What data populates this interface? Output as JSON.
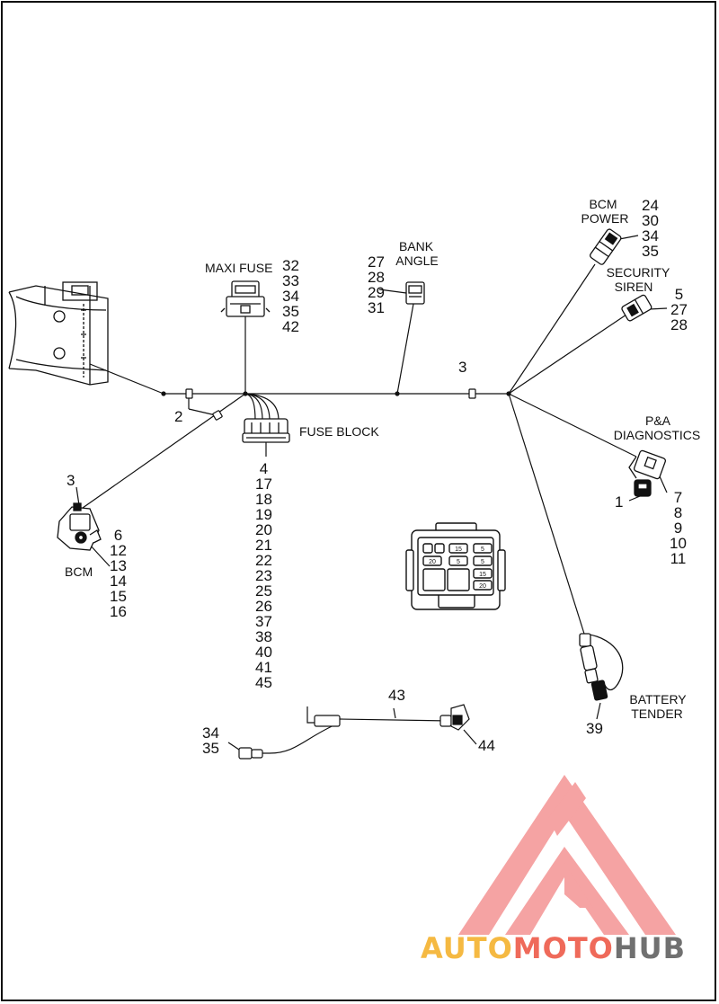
{
  "labels": {
    "maxi_fuse": "MAXI FUSE",
    "bank_angle_1": "BANK",
    "bank_angle_2": "ANGLE",
    "bcm_power_1": "BCM",
    "bcm_power_2": "POWER",
    "security_siren_1": "SECURITY",
    "security_siren_2": "SIREN",
    "fuse_block": "FUSE BLOCK",
    "bcm": "BCM",
    "pa_diag_1": "P&A",
    "pa_diag_2": "DIAGNOSTICS",
    "battery_tender_1": "BATTERY",
    "battery_tender_2": "TENDER"
  },
  "callouts": {
    "maxi_fuse": [
      "32",
      "33",
      "34",
      "35",
      "42"
    ],
    "bank_angle": [
      "27",
      "28",
      "29",
      "31"
    ],
    "bcm_power": [
      "24",
      "30",
      "34",
      "35"
    ],
    "security_siren": [
      "5",
      "27",
      "28"
    ],
    "fuse_block": [
      "4",
      "17",
      "18",
      "19",
      "20",
      "21",
      "22",
      "23",
      "25",
      "26",
      "37",
      "38",
      "40",
      "41",
      "45"
    ],
    "bcm": [
      "6",
      "12",
      "13",
      "14",
      "15",
      "16"
    ],
    "pa_diag": [
      "7",
      "8",
      "9",
      "10",
      "11"
    ],
    "pa_diag_left": "1",
    "clip_left": "2",
    "clip_right": "3",
    "bcm_top": "3",
    "battery_tender": "39",
    "cable_top": "43",
    "cable_end": "44",
    "cable_left": [
      "34",
      "35"
    ]
  },
  "fuse_panel": {
    "fuses": [
      "15",
      "5",
      "20",
      "5",
      "5",
      "15",
      "20"
    ]
  },
  "watermark": {
    "part1": "AUTO",
    "part2": "MOTO",
    "part3": "HUB",
    "color1": "#f5b942",
    "color2": "#ef6a5a",
    "color3": "#707070"
  },
  "colors": {
    "line": "#111111",
    "logo_red": "#f06b6b"
  }
}
